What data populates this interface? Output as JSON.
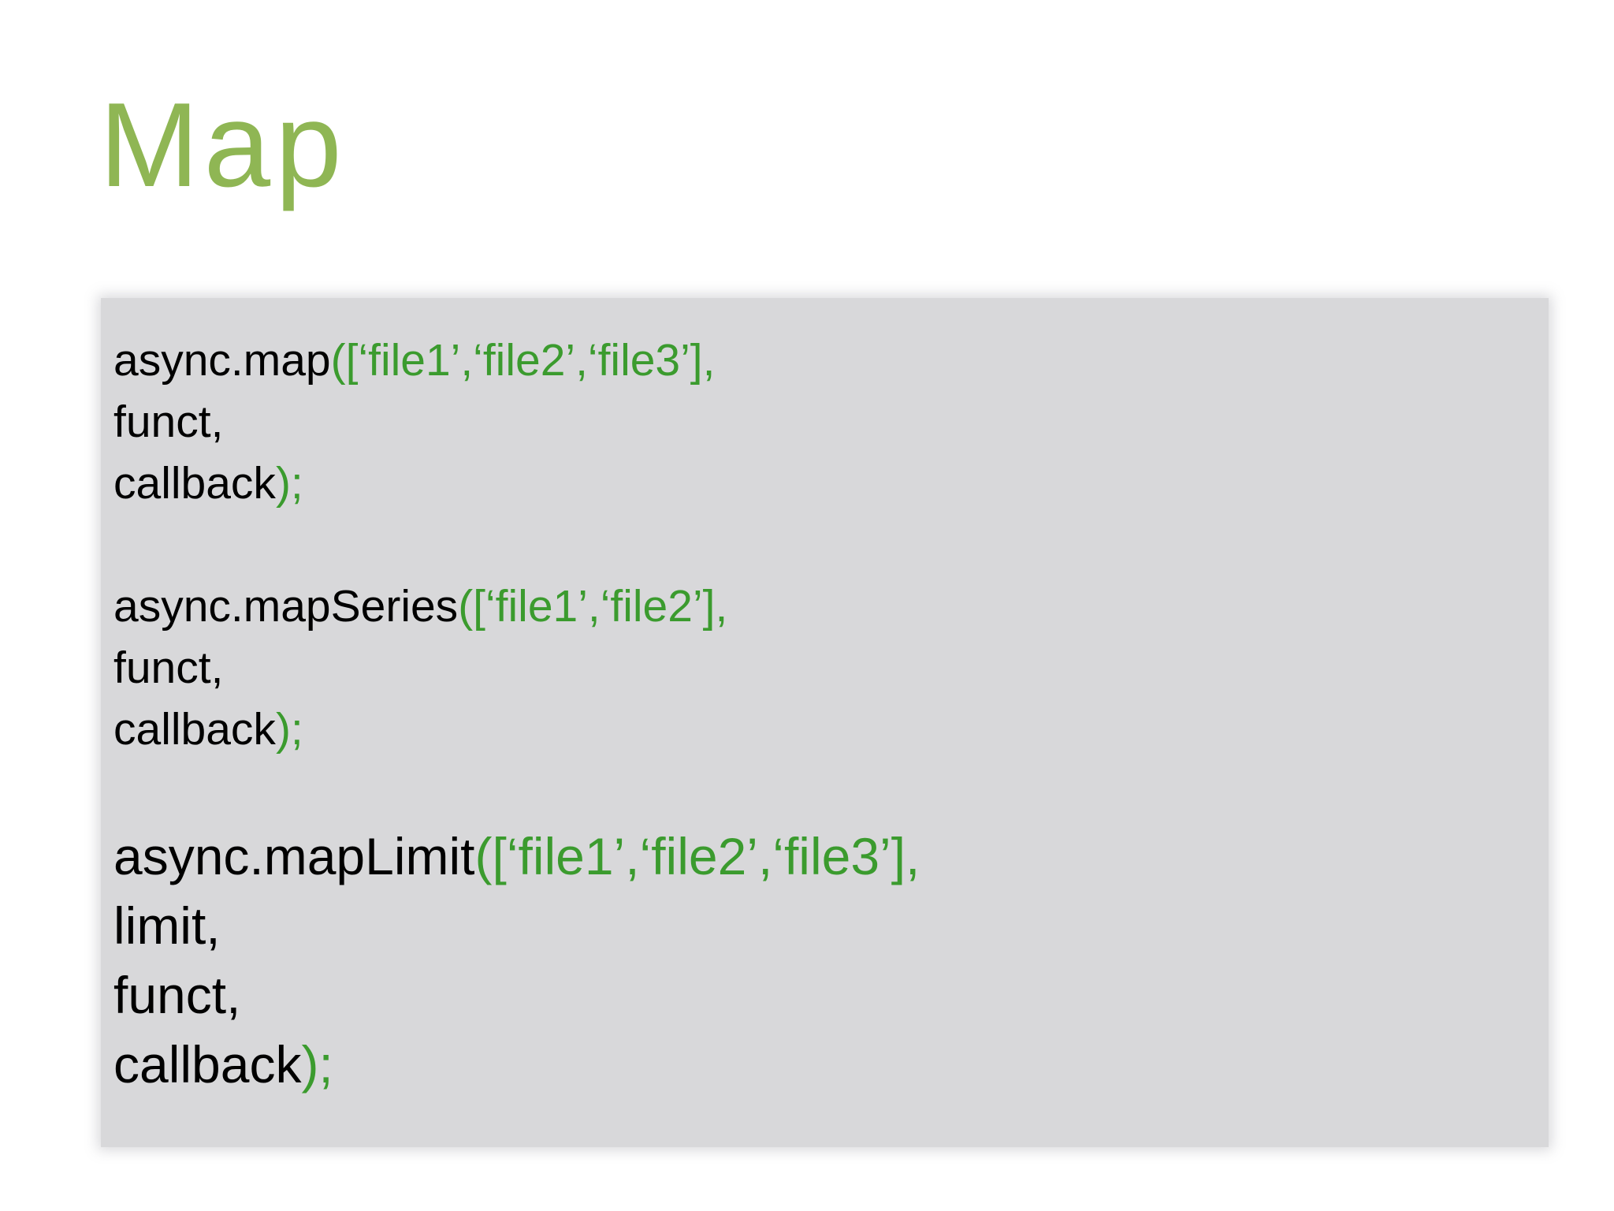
{
  "title": {
    "text": "Map"
  },
  "colors": {
    "title_green": "#8fb654",
    "code_green": "#3b9b2e",
    "code_black": "#000000",
    "box_gray": "#d8d8da",
    "background": "#ffffff"
  },
  "code_box": {
    "blocks": [
      {
        "size": "normal",
        "lines": [
          [
            {
              "t": "async.map",
              "c": "black"
            },
            {
              "t": "([‘file1’,‘file2’,‘file3’],",
              "c": "green"
            }
          ],
          [
            {
              "t": "funct,",
              "c": "black"
            }
          ],
          [
            {
              "t": "callback",
              "c": "black"
            },
            {
              "t": ");",
              "c": "green"
            }
          ]
        ]
      },
      {
        "size": "normal",
        "lines": [
          [
            {
              "t": "async.mapSeries",
              "c": "black"
            },
            {
              "t": "([‘file1’,‘file2’],",
              "c": "green"
            }
          ],
          [
            {
              "t": "funct,",
              "c": "black"
            }
          ],
          [
            {
              "t": "callback",
              "c": "black"
            },
            {
              "t": ");",
              "c": "green"
            }
          ]
        ]
      },
      {
        "size": "large",
        "lines": [
          [
            {
              "t": "async.mapLimit",
              "c": "black"
            },
            {
              "t": "([‘file1’,‘file2’,‘file3’],",
              "c": "green"
            }
          ],
          [
            {
              "t": "limit,",
              "c": "black"
            }
          ],
          [
            {
              "t": "funct,",
              "c": "black"
            }
          ],
          [
            {
              "t": "callback",
              "c": "black"
            },
            {
              "t": ");",
              "c": "green"
            }
          ]
        ]
      }
    ]
  }
}
